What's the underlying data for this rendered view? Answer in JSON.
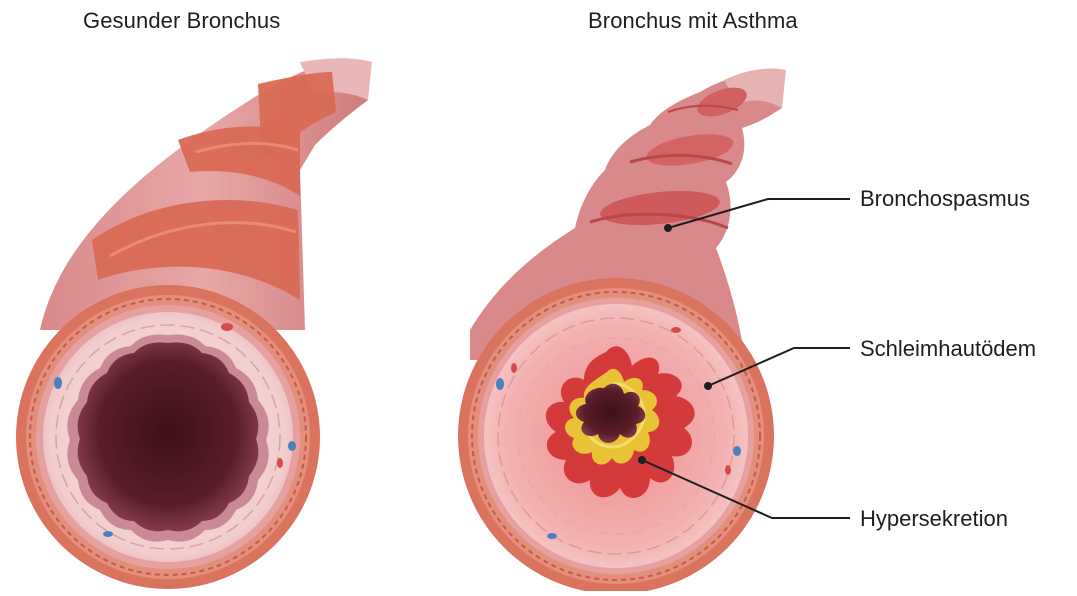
{
  "titles": {
    "healthy": "Gesunder Bronchus",
    "asthma": "Bronchus mit Asthma"
  },
  "callouts": {
    "bronchospasm": "Bronchospasmus",
    "mucosal_edema": "Schleimhautödem",
    "hypersecretion": "Hypersekretion"
  },
  "colors": {
    "tube_pink": "#e39c9c",
    "muscle_band": "#d96a55",
    "wall_outer": "#d9735d",
    "mucosa": "#f3d3d3",
    "lumen_dark": "#5a1e2a",
    "edema_red": "#d53a3a",
    "mucus_yellow": "#e8c336",
    "vessel_blue": "#4a7fc0"
  }
}
